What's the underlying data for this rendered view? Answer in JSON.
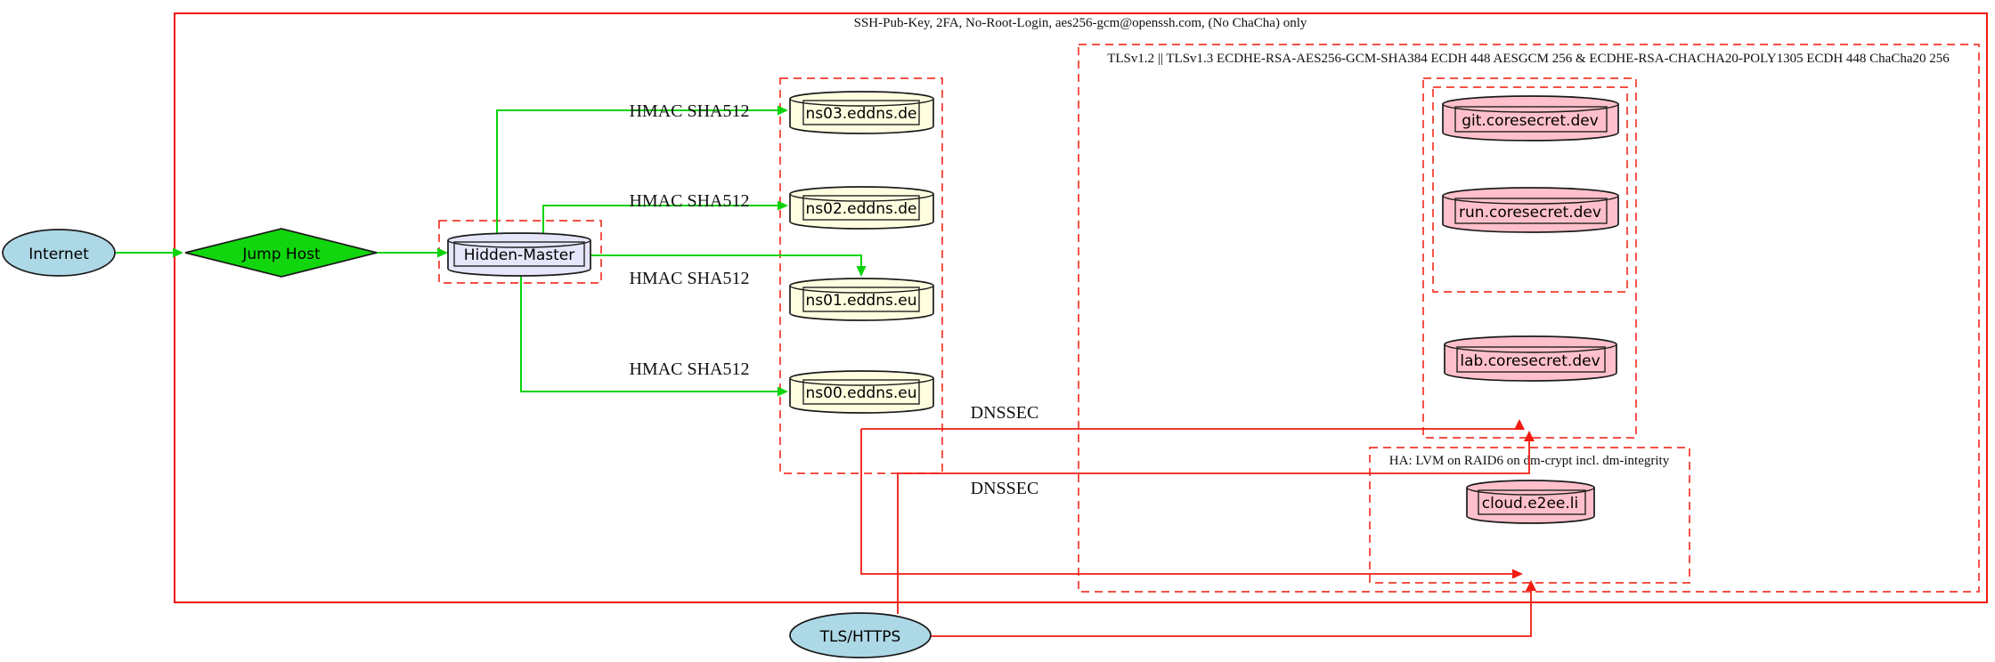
{
  "diagram": {
    "cluster_labels": {
      "ssh": "SSH-Pub-Key, 2FA, No-Root-Login, aes256-gcm@openssh.com, (No ChaCha) only",
      "tls": "TLSv1.2 || TLSv1.3 ECDHE-RSA-AES256-GCM-SHA384 ECDH 448 AESGCM 256 & ECDHE-RSA-CHACHA20-POLY1305 ECDH 448 ChaCha20 256",
      "ha": "HA: LVM on RAID6 on dm-crypt incl. dm-integrity"
    },
    "nodes": {
      "internet": "Internet",
      "jump_host": "Jump Host",
      "hidden_master": "Hidden-Master",
      "ns03": "ns03.eddns.de",
      "ns02": "ns02.eddns.de",
      "ns01": "ns01.eddns.eu",
      "ns00": "ns00.eddns.eu",
      "git": "git.coresecret.dev",
      "run": "run.coresecret.dev",
      "lab": "lab.coresecret.dev",
      "cloud": "cloud.e2ee.li",
      "tls_https": "TLS/HTTPS"
    },
    "edge_labels": {
      "hmac_ns03": "HMAC SHA512",
      "hmac_ns02": "HMAC SHA512",
      "hmac_ns01": "HMAC SHA512",
      "hmac_ns00": "HMAC SHA512",
      "dnssec_upper": "DNSSEC",
      "dnssec_lower": "DNSSEC"
    },
    "colors": {
      "node_ellipse_fill": "#add8e6",
      "diamond_fill": "#11d60d",
      "cylinder_master_fill": "#e6e6fa",
      "cylinder_dns_fill": "#ffffe0",
      "cylinder_service_fill": "#ffc0cb",
      "edge_green": "#0bd30b",
      "edge_red": "#f21b10"
    }
  }
}
